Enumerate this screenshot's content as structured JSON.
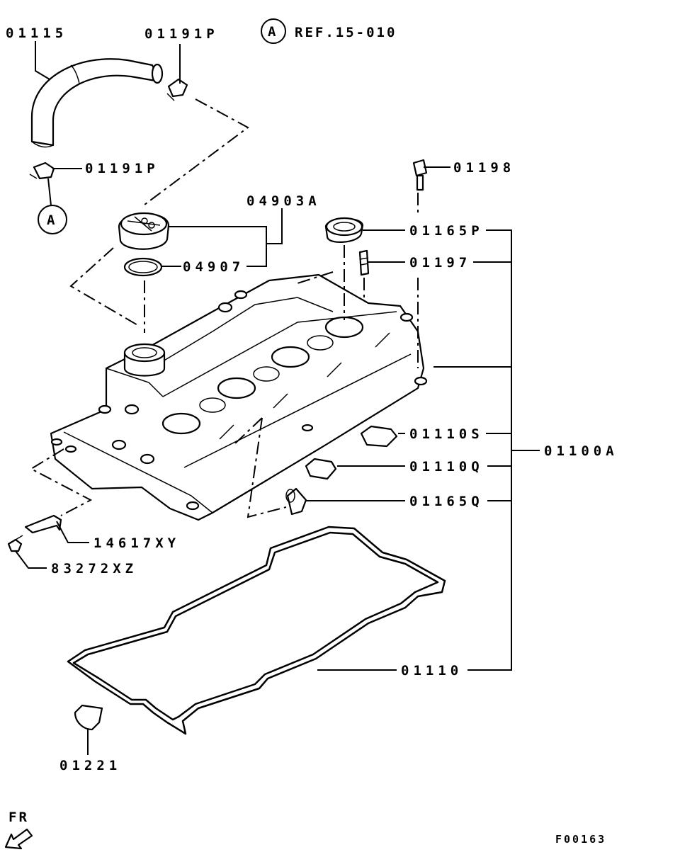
{
  "ref": {
    "circle_letter": "A",
    "text": "REF.15-010"
  },
  "callout_letter": "A",
  "labels": {
    "p01115": "01115",
    "p01191p_top": "01191P",
    "p01191p_left": "01191P",
    "p04903a": "04903A",
    "p04907": "04907",
    "p01198": "01198",
    "p01165p": "01165P",
    "p01197": "01197",
    "p01110s": "01110S",
    "p01110q": "01110Q",
    "p01165q": "01165Q",
    "p01100a": "01100A",
    "p14617xy": "14617XY",
    "p83272xz": "83272XZ",
    "p01110": "01110",
    "p01221": "01221"
  },
  "direction": {
    "text": "FR"
  },
  "figure_code": "F00163"
}
